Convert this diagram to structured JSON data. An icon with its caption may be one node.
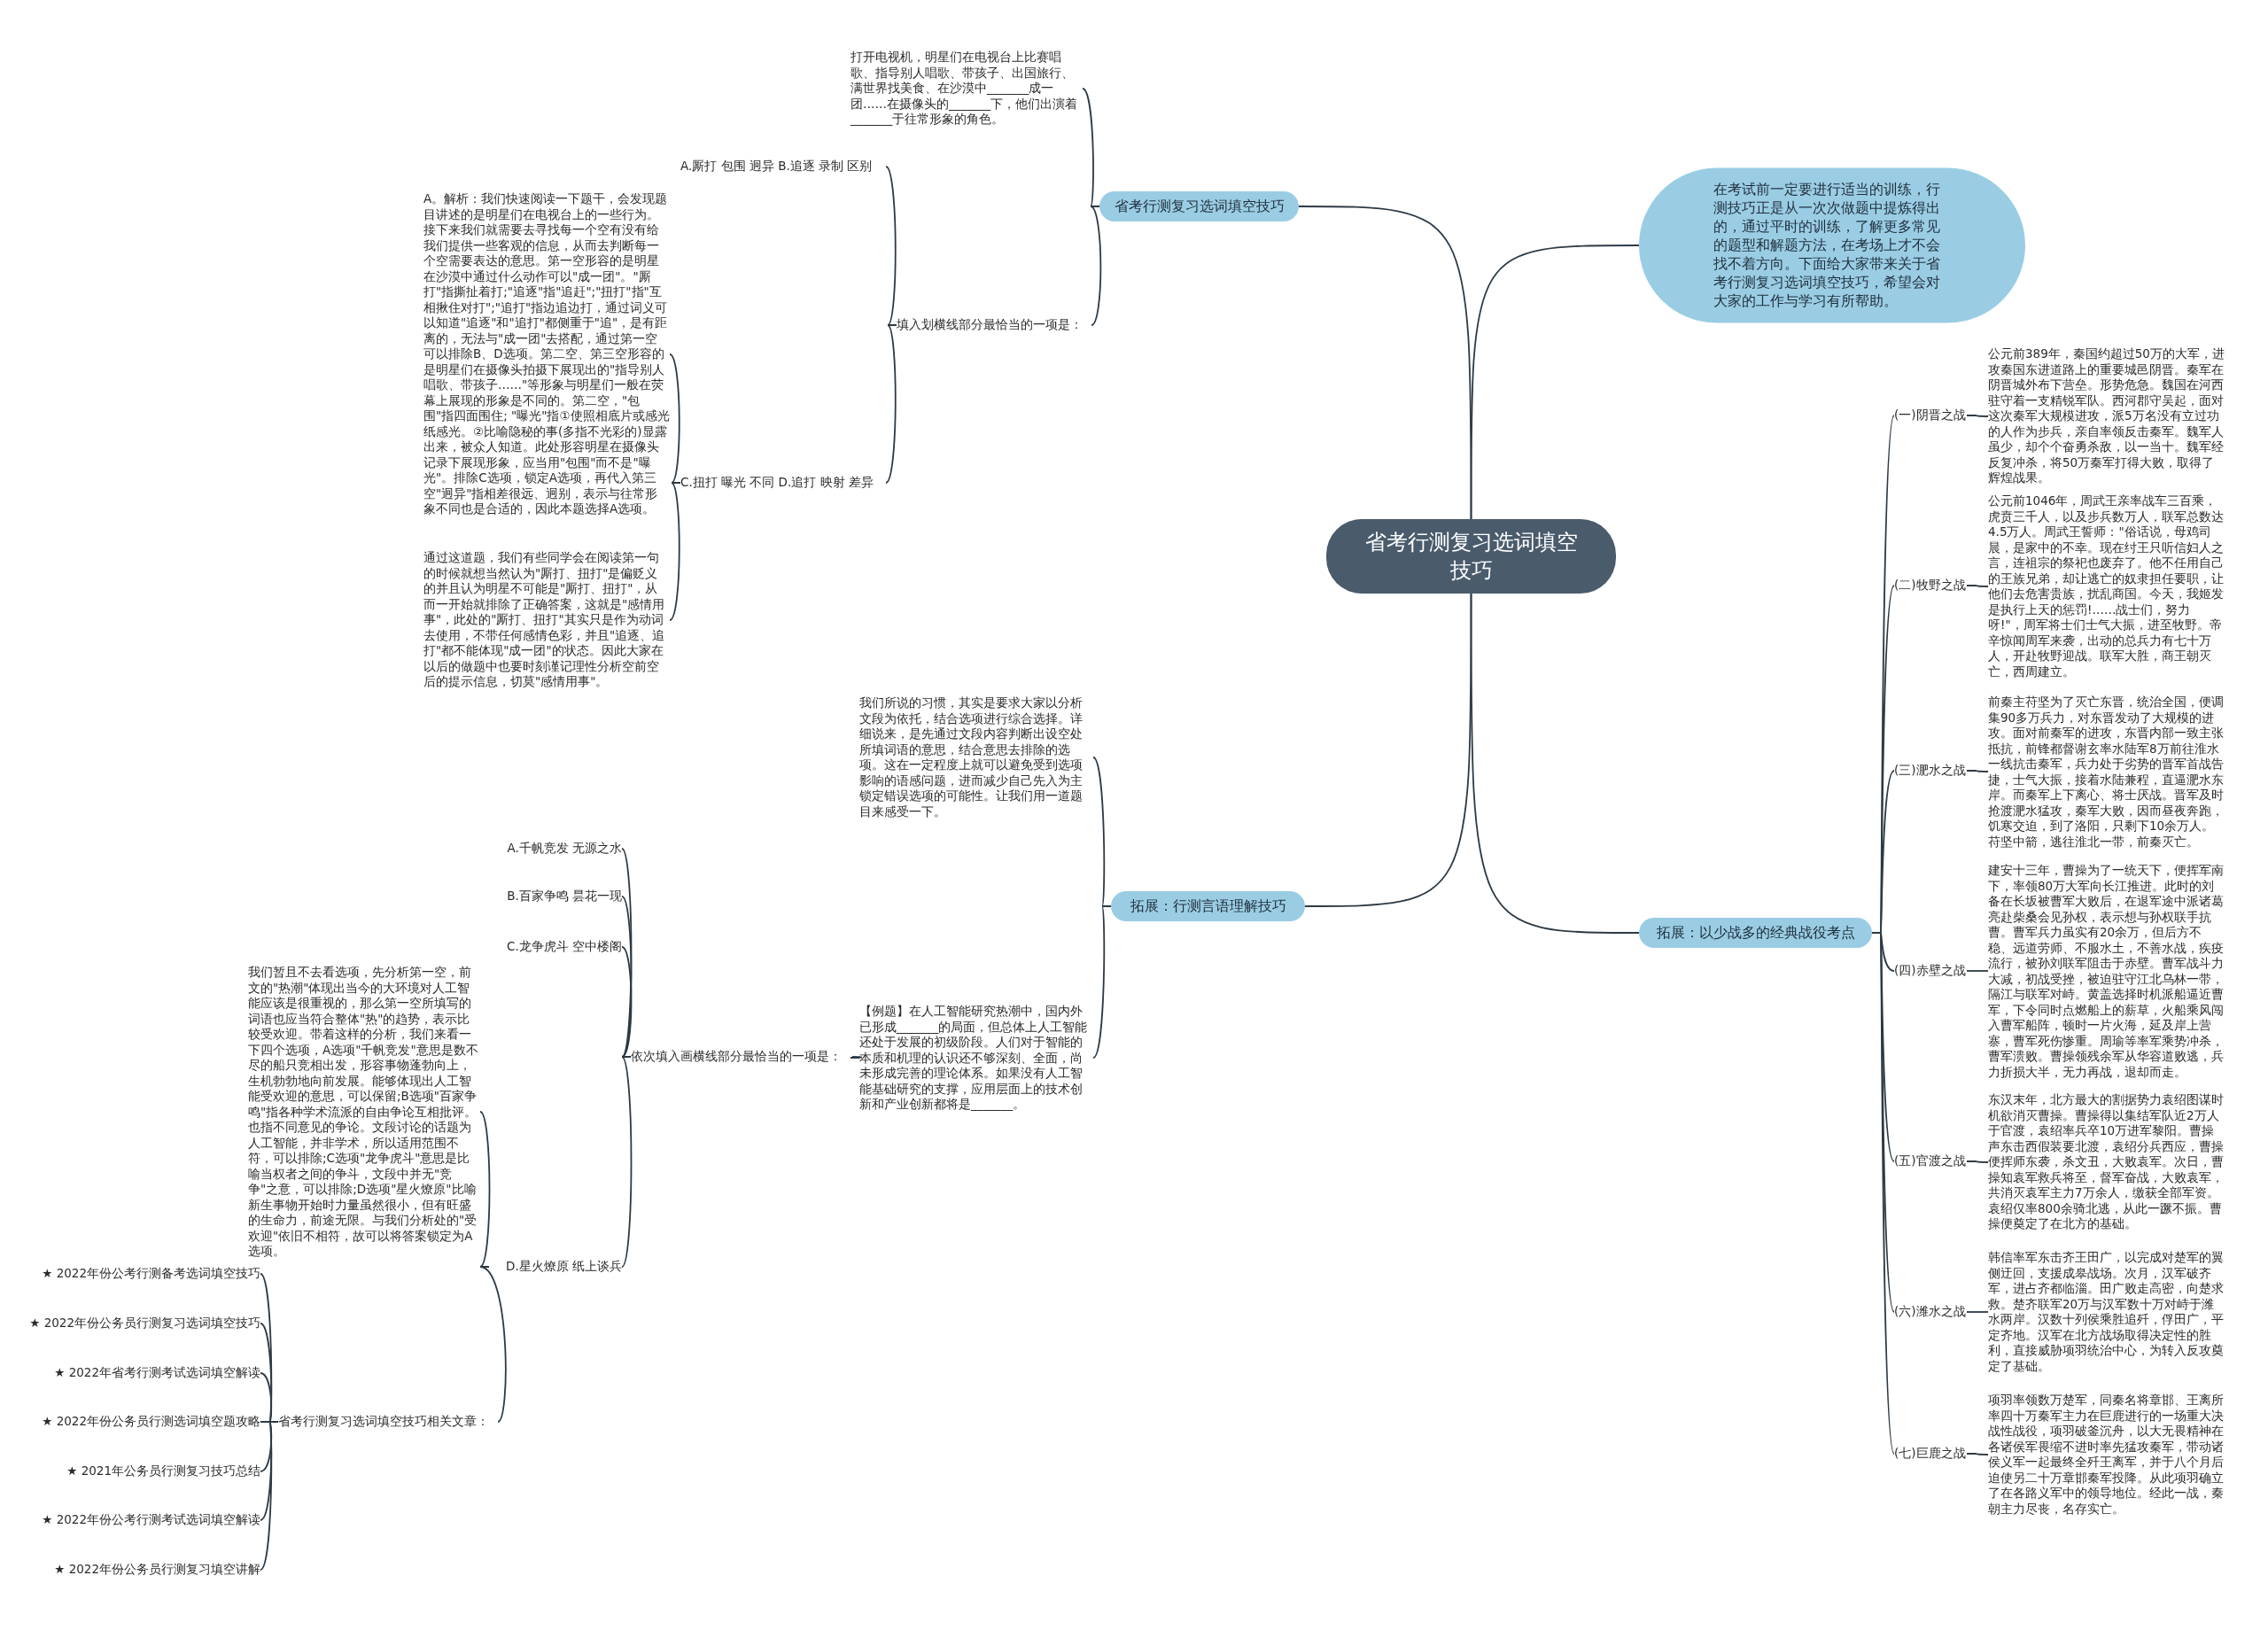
{
  "diagram": {
    "nodes": [
      {
        "text": [
          "省考行测复习选词填空技巧"
        ]
      },
      {
        "text": [
          "省考行测复习选词填空技巧"
        ]
      },
      {
        "text": [
          "打开电视机，明星们在电视台上比赛唱歌、指导别人唱歌、带孩子、出国旅行、满世界找美食、在沙漠中_______成一团……在摄像头的_______下，他们出演着 _______于往常形象的角色。"
        ]
      },
      {
        "text": [
          "填入划横线部分最恰当的一项是："
        ]
      },
      {
        "text": [
          "A.厮打 包围 迥异 B.追逐 录制 区别"
        ]
      },
      {
        "text": [
          "C.扭打 曝光 不同 D.追打 映射 差异"
        ]
      },
      {
        "text": [
          "A。解析：我们快速阅读一下题干，会发现题目讲述的是明星们在电视台上的一些行为。接下来我们就需要去寻找每一个空有没有给我们提供一些客观的信息，从而去判断每一个空需要表达的意思。第一空形容的是明星在沙漠中通过什么动作可以\"成一团\"。\"厮打\"指撕扯着打;\"追逐\"指\"追赶\";\"扭打\"指\"互相揪住对打\";\"追打\"指边追边打，通过词义可以知道\"追逐\"和\"追打\"都侧重于\"追\"，是有距离的，无法与\"成一团\"去搭配，通过第一空可以排除B、D选项。第二空、第三空形容的是明星们在摄像头拍摄下展现出的\"指导别人唱歌、带孩子……\"等形象与明星们一般在荧幕上展现的形象是不同的。第二空，\"包围\"指四面围住; \"曝光\"指①使照相底片或感光纸感光。②比喻隐秘的事(多指不光彩的)显露出来，被众人知道。此处形容明星在摄像头记录下展现形象，应当用\"包围\"而不是\"曝光\"。排除C选项，锁定A选项，再代入第三空\"迥异\"指相差很远、迥别，表示与往常形象不同也是合适的，因此本题选择A选项。"
        ]
      },
      {
        "text": [
          "通过这道题，我们有些同学会在阅读第一句的时候就想当然认为\"厮打、扭打\"是偏贬义的并且认为明星不可能是\"厮打、扭打\"，从而一开始就排除了正确答案，这就是\"感情用事\"，此处的\"厮打、扭打\"其实只是作为动词去使用，不带任何感情色彩，并且\"追逐、追打\"都不能体现\"成一团\"的状态。因此大家在以后的做题中也要时刻谨记理性分析空前空后的提示信息，切莫\"感情用事\"。"
        ]
      },
      {
        "text": [
          "在考试前一定要进行适当的训练，行测技巧正是从一次次做题中提炼得出的，通过平时的训练，了解更多常见的题型和解题方法，在考场上才不会找不着方向。下面给大家带来关于省考行测复习选词填空技巧，希望会对大家的工作与学习有所帮助。"
        ]
      },
      {
        "text": [
          "拓展：行测言语理解技巧"
        ]
      },
      {
        "text": [
          "我们所说的习惯，其实是要求大家以分析文段为依托，结合选项进行综合选择。详细说来，是先通过文段内容判断出设空处所填词语的意思，结合意思去排除的选项。这在一定程度上就可以避免受到选项影响的语感问题，进而减少自己先入为主锁定错误选项的可能性。让我们用一道题目来感受一下。"
        ]
      },
      {
        "text": [
          "【例题】在人工智能研究热潮中，国内外已形成_______的局面，但总体上人工智能还处于发展的初级阶段。人们对于智能的本质和机理的认识还不够深刻、全面，尚未形成完善的理论体系。如果没有人工智能基础研究的支撑，应用层面上的技术创新和产业创新都将是_______。"
        ]
      },
      {
        "text": [
          "依次填入画横线部分最恰当的一项是："
        ]
      },
      {
        "text": [
          "A.千帆竞发 无源之水"
        ]
      },
      {
        "text": [
          "B.百家争鸣 昙花一现"
        ]
      },
      {
        "text": [
          "C.龙争虎斗 空中楼阁"
        ]
      },
      {
        "text": [
          "D.星火燎原 纸上谈兵"
        ]
      },
      {
        "text": [
          "我们暂且不去看选项，先分析第一空，前文的\"热潮\"体现出当今的大环境对人工智能应该是很重视的，那么第一空所填写的词语也应当符合整体\"热\"的趋势，表示比较受欢迎。带着这样的分析，我们来看一下四个选项，A选项\"千帆竞发\"意思是数不尽的船只竞相出发，形容事物蓬勃向上，生机勃勃地向前发展。能够体现出人工智能受欢迎的意思，可以保留;B选项\"百家争鸣\"指各种学术流派的自由争论互相批评。也指不同意见的争论。文段讨论的话题为人工智能，并非学术，所以适用范围不符，可以排除;C选项\"龙争虎斗\"意思是比喻当权者之间的争斗，文段中并无\"竞争\"之意，可以排除;D选项\"星火燎原\"比喻新生事物开始时力量虽然很小，但有旺盛的生命力，前途无限。与我们分析处的\"受欢迎\"依旧不相符，故可以将答案锁定为A选项。"
        ]
      },
      {
        "text": [
          "省考行测复习选词填空技巧相关文章："
        ]
      },
      {
        "text": [
          "★ 2022年份公考行测备考选词填空技巧"
        ]
      },
      {
        "text": [
          "★ 2022年份公务员行测复习选词填空技巧"
        ]
      },
      {
        "text": [
          "★ 2022年省考行测考试选词填空解读"
        ]
      },
      {
        "text": [
          "★ 2022年份公务员行测选词填空题攻略"
        ]
      },
      {
        "text": [
          "★ 2021年公务员行测复习技巧总结"
        ]
      },
      {
        "text": [
          "★ 2022年份公考行测考试选词填空解读"
        ]
      },
      {
        "text": [
          "★ 2022年份公务员行测复习填空讲解"
        ]
      },
      {
        "text": [
          "拓展：以少战多的经典战役考点"
        ]
      },
      {
        "text": [
          "(一)阴晋之战"
        ]
      },
      {
        "text": [
          "公元前389年，秦国约超过50万的大军，进攻秦国东进道路上的重要城邑阴晋。秦军在阴晋城外布下营垒。形势危急。魏国在河西驻守着一支精锐军队。西河郡守吴起，面对这次秦军大规模进攻，派5万名没有立过功的人作为步兵，亲自率领反击秦军。魏军人虽少，却个个奋勇杀敌，以一当十。魏军经反复冲杀，将50万秦军打得大败，取得了辉煌战果。"
        ]
      },
      {
        "text": [
          "(二)牧野之战"
        ]
      },
      {
        "text": [
          "公元前1046年，周武王亲率战车三百乘，虎贲三千人，以及步兵数万人，联军总数达4.5万人。周武王誓师：\"俗话说，母鸡司晨，是家中的不幸。现在纣王只听信妇人之言，连祖宗的祭祀也废弃了。他不任用自己的王族兄弟，却让逃亡的奴隶担任要职，让他们去危害贵族，扰乱商国。今天，我姬发是执行上天的惩罚!……战士们，努力呀!\"，周军将士们士气大振，进至牧野。帝辛惊闻周军来袭，出动的总兵力有七十万人，开赴牧野迎战。联军大胜，商王朝灭亡，西周建立。"
        ]
      },
      {
        "text": [
          "(三)淝水之战"
        ]
      },
      {
        "text": [
          "前秦主苻坚为了灭亡东晋，统治全国，便调集90多万兵力，对东晋发动了大规模的进攻。面对前秦军的进攻，东晋内部一致主张抵抗，前锋都督谢玄率水陆军8万前往淮水一线抗击秦军，兵力处于劣势的晋军首战告捷，士气大振，接着水陆兼程，直逼淝水东岸。而秦军上下离心、将士厌战。晋军及时抢渡淝水猛攻，秦军大败，因而昼夜奔跑，饥寒交迫，到了洛阳，只剩下10余万人。苻坚中箭，逃往淮北一带，前秦灭亡。"
        ]
      },
      {
        "text": [
          "(四)赤壁之战"
        ]
      },
      {
        "text": [
          "建安十三年，曹操为了一统天下，便挥军南下，率领80万大军向长江推进。此时的刘备在长坂被曹军大败后，在退军途中派诸葛亮赴柴桑会见孙权，表示想与孙权联手抗曹。曹军兵力虽实有20余万，但后方不稳、远道劳师、不服水土，不善水战，疾疫流行，被孙刘联军阻击于赤壁。曹军战斗力大减，初战受挫，被迫驻守江北乌林一带，隔江与联军对峙。黄盖选择时机派船逼近曹军，下令同时点燃船上的薪草，火船乘风闯入曹军船阵，顿时一片火海，延及岸上营寨，曹军死伤惨重。周瑜等率军乘势冲杀，曹军溃败。曹操领残余军从华容道败逃，兵力折损大半，无力再战，退却而走。"
        ]
      },
      {
        "text": [
          "(五)官渡之战"
        ]
      },
      {
        "text": [
          "东汉末年，北方最大的割据势力袁绍图谋时机欲消灭曹操。曹操得以集结军队近2万人于官渡，袁绍率兵卒10万进军黎阳。曹操声东击西假装要北渡，袁绍分兵西应，曹操便挥师东袭，杀文丑，大败袁军。次日，曹操知袁军救兵将至，督军奋战，大败袁军，共消灭袁军主力7万余人，缴获全部军资。袁绍仅率800余骑北逃，从此一蹶不振。曹操便奠定了在北方的基础。"
        ]
      },
      {
        "text": [
          "(六)潍水之战"
        ]
      },
      {
        "text": [
          "韩信率军东击齐王田广，以完成对楚军的翼侧迂回，支援成皋战场。次月，汉军破齐军，进占齐都临淄。田广败走高密，向楚求救。楚齐联军20万与汉军数十万对峙于潍水两岸。汉数十列侯乘胜追歼，俘田广，平定齐地。汉军在北方战场取得决定性的胜利，直接威胁项羽统治中心，为转入反攻奠定了基础。"
        ]
      },
      {
        "text": [
          "(七)巨鹿之战"
        ]
      },
      {
        "text": [
          "项羽率领数万楚军，同秦名将章邯、王离所率四十万秦军主力在巨鹿进行的一场重大决战性战役，项羽破釜沉舟，以大无畏精神在各诸侯军畏缩不进时率先猛攻秦军，带动诸侯义军一起最终全歼王离军，并于八个月后迫使另二十万章邯秦军投降。从此项羽确立了在各路义军中的领导地位。经此一战，秦朝主力尽丧，名存实亡。"
        ]
      }
    ],
    "edges": [
      {
        "from": 0,
        "to": 1,
        "arrow": "none"
      },
      {
        "from": 0,
        "to": 8,
        "arrow": "none"
      },
      {
        "from": 0,
        "to": 9,
        "arrow": "none"
      },
      {
        "from": 0,
        "to": 26,
        "arrow": "none"
      },
      {
        "from": 1,
        "to": 2,
        "arrow": "none"
      },
      {
        "from": 1,
        "to": 3,
        "arrow": "none"
      },
      {
        "from": 3,
        "to": 4,
        "arrow": "none"
      },
      {
        "from": 3,
        "to": 5,
        "arrow": "none"
      },
      {
        "from": 5,
        "to": 6,
        "arrow": "none"
      },
      {
        "from": 5,
        "to": 7,
        "arrow": "none"
      },
      {
        "from": 9,
        "to": 10,
        "arrow": "none"
      },
      {
        "from": 9,
        "to": 11,
        "arrow": "none"
      },
      {
        "from": 11,
        "to": 12,
        "arrow": "none"
      },
      {
        "from": 12,
        "to": 13,
        "arrow": "none"
      },
      {
        "from": 12,
        "to": 14,
        "arrow": "none"
      },
      {
        "from": 12,
        "to": 15,
        "arrow": "none"
      },
      {
        "from": 12,
        "to": 16,
        "arrow": "none"
      },
      {
        "from": 16,
        "to": 17,
        "arrow": "none"
      },
      {
        "from": 16,
        "to": 18,
        "arrow": "none"
      },
      {
        "from": 18,
        "to": 19,
        "arrow": "none"
      },
      {
        "from": 18,
        "to": 20,
        "arrow": "none"
      },
      {
        "from": 18,
        "to": 21,
        "arrow": "none"
      },
      {
        "from": 18,
        "to": 22,
        "arrow": "none"
      },
      {
        "from": 18,
        "to": 23,
        "arrow": "none"
      },
      {
        "from": 18,
        "to": 24,
        "arrow": "none"
      },
      {
        "from": 18,
        "to": 25,
        "arrow": "none"
      },
      {
        "from": 26,
        "to": 27,
        "arrow": "none"
      },
      {
        "from": 26,
        "to": 29,
        "arrow": "none"
      },
      {
        "from": 26,
        "to": 31,
        "arrow": "none"
      },
      {
        "from": 26,
        "to": 33,
        "arrow": "none"
      },
      {
        "from": 26,
        "to": 35,
        "arrow": "none"
      },
      {
        "from": 26,
        "to": 37,
        "arrow": "none"
      },
      {
        "from": 26,
        "to": 39,
        "arrow": "none"
      },
      {
        "from": 27,
        "to": 28,
        "arrow": "none"
      },
      {
        "from": 29,
        "to": 30,
        "arrow": "none"
      },
      {
        "from": 31,
        "to": 32,
        "arrow": "none"
      },
      {
        "from": 33,
        "to": 34,
        "arrow": "none"
      },
      {
        "from": 35,
        "to": 36,
        "arrow": "none"
      },
      {
        "from": 37,
        "to": 38,
        "arrow": "none"
      },
      {
        "from": 39,
        "to": 40,
        "arrow": "none"
      }
    ]
  }
}
